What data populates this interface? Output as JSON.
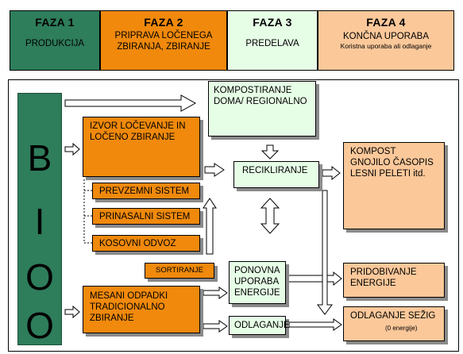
{
  "phases": [
    {
      "title": "FAZA 1",
      "subtitle": "PRODUKCIJA",
      "note": "",
      "color": "#2e7d5b"
    },
    {
      "title": "FAZA 2",
      "subtitle": "PRIPRAVA LOČENEGA ZBIRANJA, ZBIRANJE",
      "note": "",
      "color": "#f0890c"
    },
    {
      "title": "FAZA 3",
      "subtitle": "PREDELAVA",
      "note": "",
      "color": "#e6fde6"
    },
    {
      "title": "FAZA 4",
      "subtitle": "KONČNA UPORABA",
      "note": "Koristna uporaba ali odlaganje",
      "color": "#fbc89a"
    }
  ],
  "bioo": {
    "letters": [
      "B",
      "I",
      "O",
      "O"
    ],
    "color": "#2e7d5b"
  },
  "boxes": {
    "izvor": "IZVOR LOČEVANJE IN LOČENO ZBIRANJE",
    "prevzemni": "PREVZEMNI SISTEM",
    "prinasalni": "PRINASALNI SISTEM",
    "kosovni": "KOSOVNI ODVOZ",
    "sortiranje": "SORTIRANJE",
    "mesani": "MESANI ODPADKI TRADICIONALNO ZBIRANJE",
    "kompostiranje": "KOMPOSTIRANJE DOMA/ REGIONALNO",
    "recikliranje": "RECIKLIRANJE",
    "ponovna": "PONOVNA UPORABA ENERGIJE",
    "odlaganje": "ODLAGANJE",
    "kompost": "KOMPOST GNOJILO ČASOPIS LESNI PELETI itd.",
    "pridobivanje": "PRIDOBIVANJE ENERGIJE",
    "odlaganje_sezig": "ODLAGANJE SEŽIG",
    "odlaganje_sezig_note": "(0 energije)"
  }
}
